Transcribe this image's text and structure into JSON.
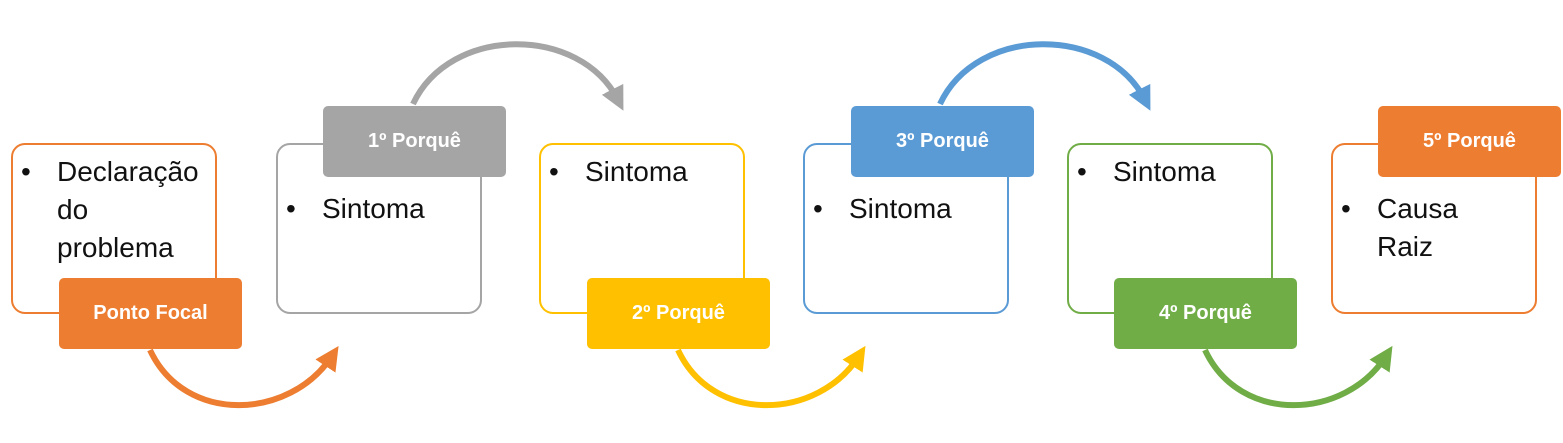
{
  "steps": [
    {
      "label": "Ponto Focal",
      "text": "Declaração do problema",
      "color": "#ED7D31"
    },
    {
      "label": "1º Porquê",
      "text": "Sintoma",
      "color": "#A5A5A5"
    },
    {
      "label": "2º Porquê",
      "text": "Sintoma",
      "color": "#FFC000"
    },
    {
      "label": "3º Porquê",
      "text": "Sintoma",
      "color": "#5B9BD5"
    },
    {
      "label": "4º Porquê",
      "text": "Sintoma",
      "color": "#70AD47"
    },
    {
      "label": "5º Porquê",
      "text": "Causa Raiz",
      "color": "#ED7D31"
    }
  ]
}
